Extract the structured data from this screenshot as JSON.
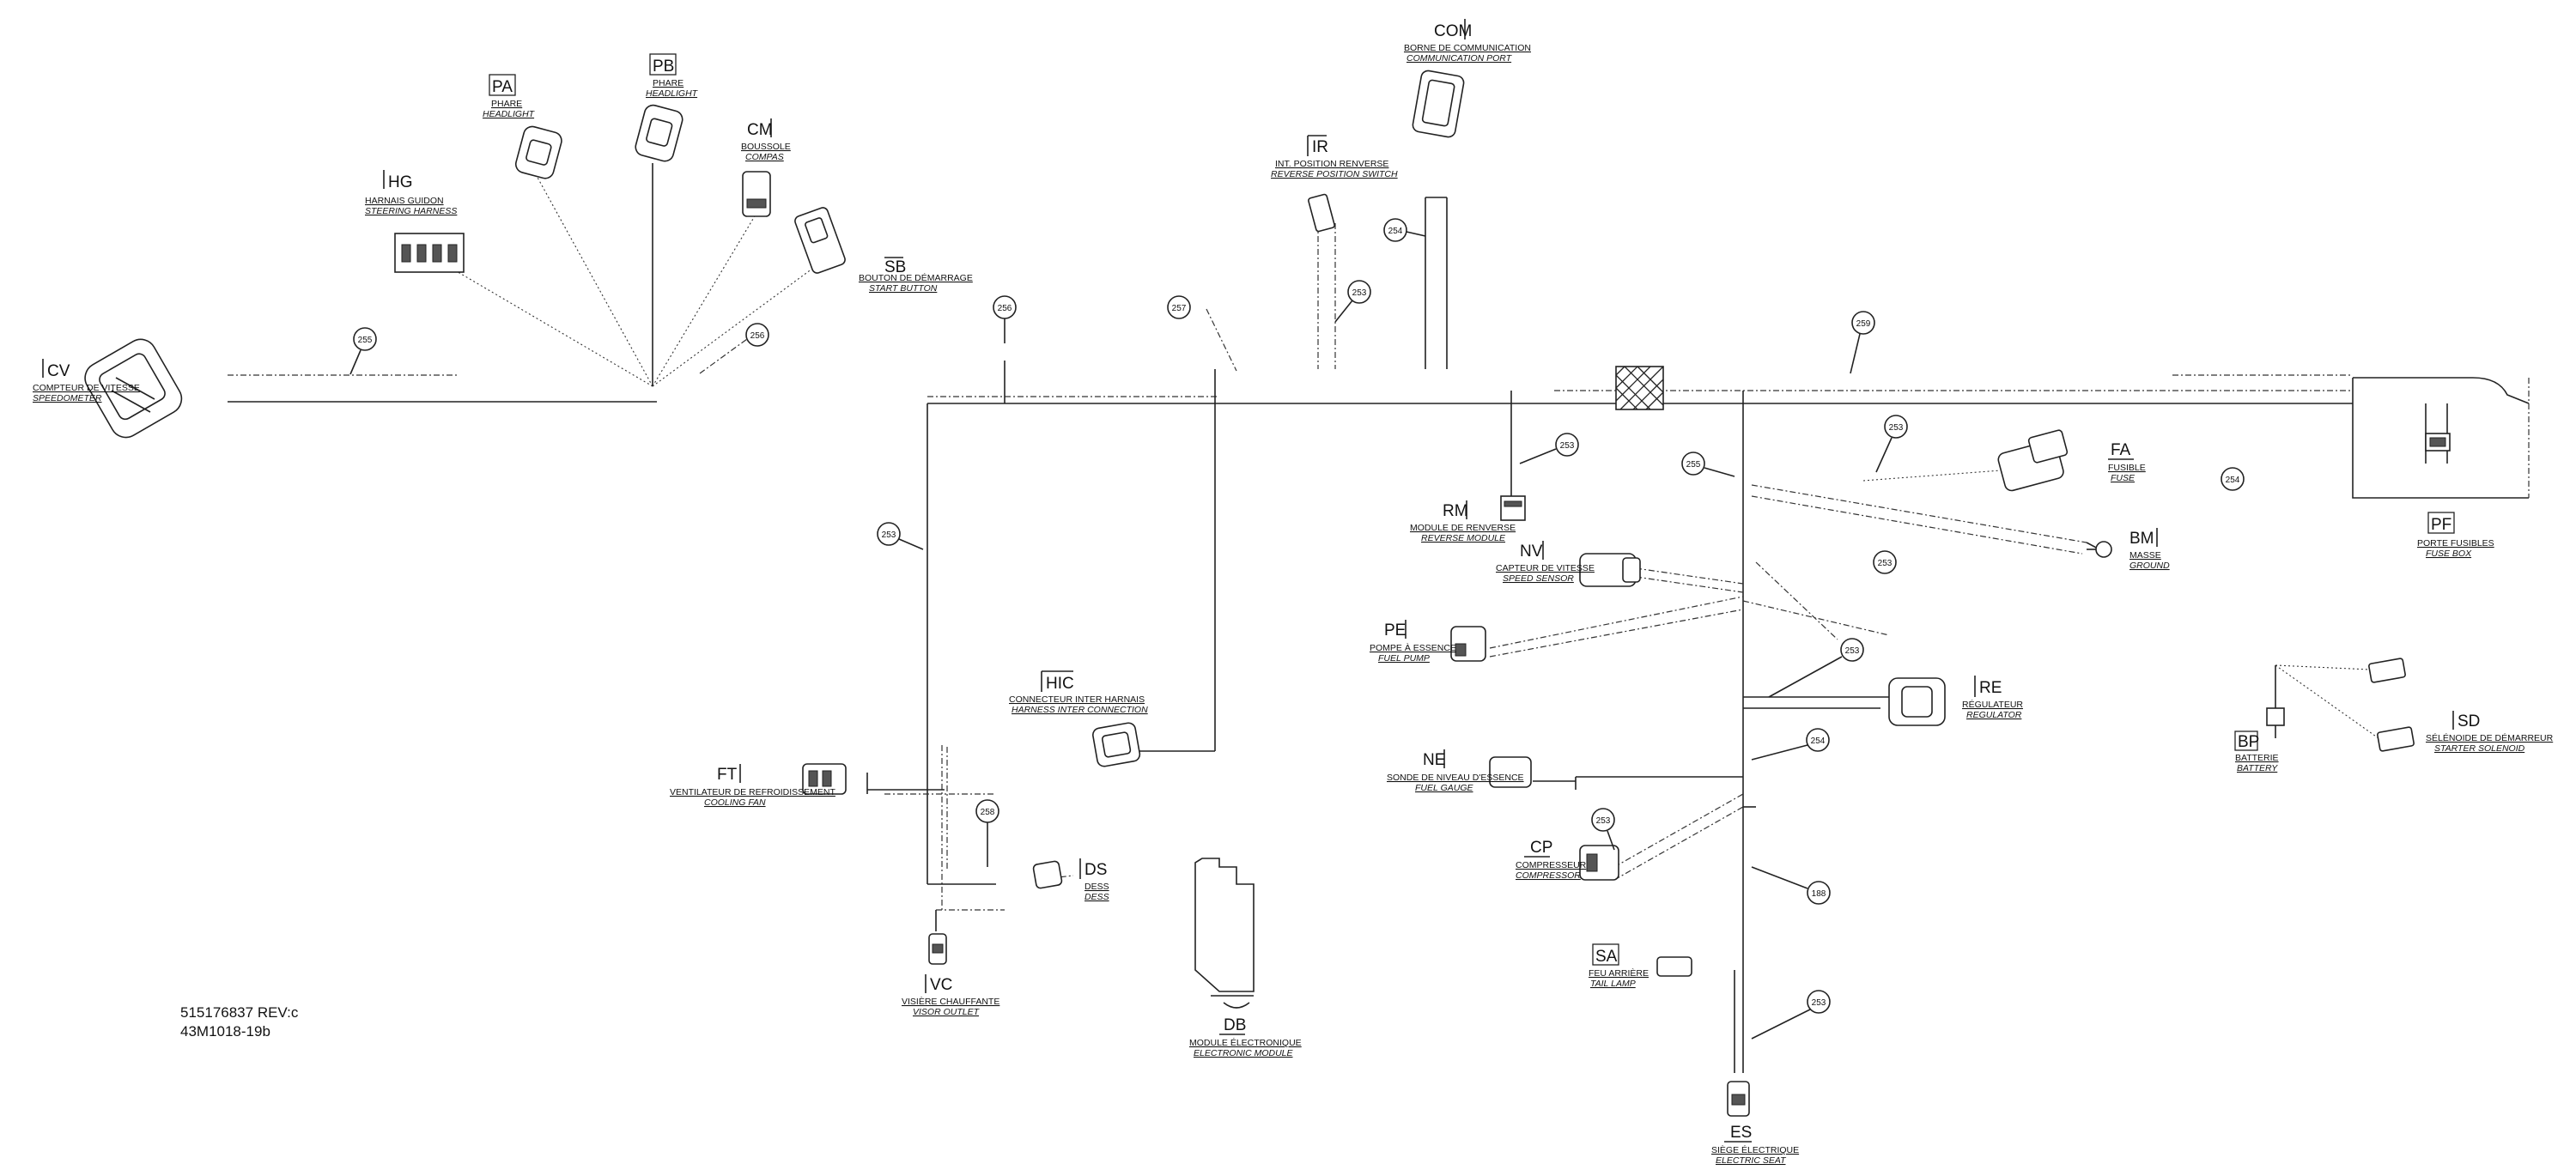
{
  "components": [
    {
      "id": "cv",
      "code": "CV",
      "fr": "COMPTEUR DE VITESSE",
      "en": "SPEEDOMETER"
    },
    {
      "id": "hg",
      "code": "HG",
      "fr": "HARNAIS GUIDON",
      "en": "STEERING HARNESS"
    },
    {
      "id": "pa",
      "code": "PA",
      "fr": "PHARE",
      "en": "HEADLIGHT"
    },
    {
      "id": "pb",
      "code": "PB",
      "fr": "PHARE",
      "en": "HEADLIGHT"
    },
    {
      "id": "cm",
      "code": "CM",
      "fr": "BOUSSOLE",
      "en": "COMPAS"
    },
    {
      "id": "sb",
      "code": "SB",
      "fr": "BOUTON DE DÉMARRAGE",
      "en": "START BUTTON"
    },
    {
      "id": "com",
      "code": "COM",
      "fr": "BORNE DE COMMUNICATION",
      "en": "COMMUNICATION PORT"
    },
    {
      "id": "ir",
      "code": "IR",
      "fr": "INT. POSITION RENVERSE",
      "en": "REVERSE POSITION SWITCH"
    },
    {
      "id": "rm",
      "code": "RM",
      "fr": "MODULE DE RENVERSE",
      "en": "REVERSE MODULE"
    },
    {
      "id": "nv",
      "code": "NV",
      "fr": "CAPTEUR DE VITESSE",
      "en": "SPEED SENSOR"
    },
    {
      "id": "fa",
      "code": "FA",
      "fr": "FUSIBLE",
      "en": "FUSE"
    },
    {
      "id": "bm",
      "code": "BM",
      "fr": "MASSE",
      "en": "GROUND"
    },
    {
      "id": "pf",
      "code": "PF",
      "fr": "PORTE FUSIBLES",
      "en": "FUSE BOX"
    },
    {
      "id": "pe",
      "code": "PE",
      "fr": "POMPE À ESSENCE",
      "en": "FUEL PUMP"
    },
    {
      "id": "re",
      "code": "RE",
      "fr": "RÉGULATEUR",
      "en": "REGULATOR"
    },
    {
      "id": "hic",
      "code": "HIC",
      "fr": "CONNECTEUR INTER HARNAIS",
      "en": "HARNESS INTER CONNECTION"
    },
    {
      "id": "ft",
      "code": "FT",
      "fr": "VENTILATEUR DE REFROIDISSEMENT",
      "en": "COOLING FAN"
    },
    {
      "id": "ds",
      "code": "DS",
      "fr": "DESS",
      "en": "DESS"
    },
    {
      "id": "vc",
      "code": "VC",
      "fr": "VISIÈRE CHAUFFANTE",
      "en": "VISOR OUTLET"
    },
    {
      "id": "db",
      "code": "DB",
      "fr": "MODULE ÉLECTRONIQUE",
      "en": "ELECTRONIC MODULE"
    },
    {
      "id": "ne",
      "code": "NE",
      "fr": "SONDE DE NIVEAU D'ESSENCE",
      "en": "FUEL GAUGE"
    },
    {
      "id": "cp",
      "code": "CP",
      "fr": "COMPRESSEUR",
      "en": "COMPRESSOR"
    },
    {
      "id": "sa",
      "code": "SA",
      "fr": "FEU ARRIÈRE",
      "en": "TAIL LAMP"
    },
    {
      "id": "es",
      "code": "ES",
      "fr": "SIÈGE ÉLECTRIQUE",
      "en": "ELECTRIC SEAT"
    },
    {
      "id": "bp",
      "code": "BP",
      "fr": "BATTERIE",
      "en": "BATTERY"
    },
    {
      "id": "sd",
      "code": "SD",
      "fr": "SÉLÉNOIDE DE DÉMARREUR",
      "en": "STARTER SOLENOID"
    }
  ],
  "callouts": [
    "255",
    "256",
    "256",
    "257",
    "253",
    "254",
    "259",
    "253",
    "253",
    "255",
    "253",
    "253",
    "254",
    "253",
    "253",
    "254",
    "258",
    "188",
    "253"
  ],
  "reference": {
    "line1": "515176837  REV:c",
    "line2": "43M1018-19b"
  }
}
